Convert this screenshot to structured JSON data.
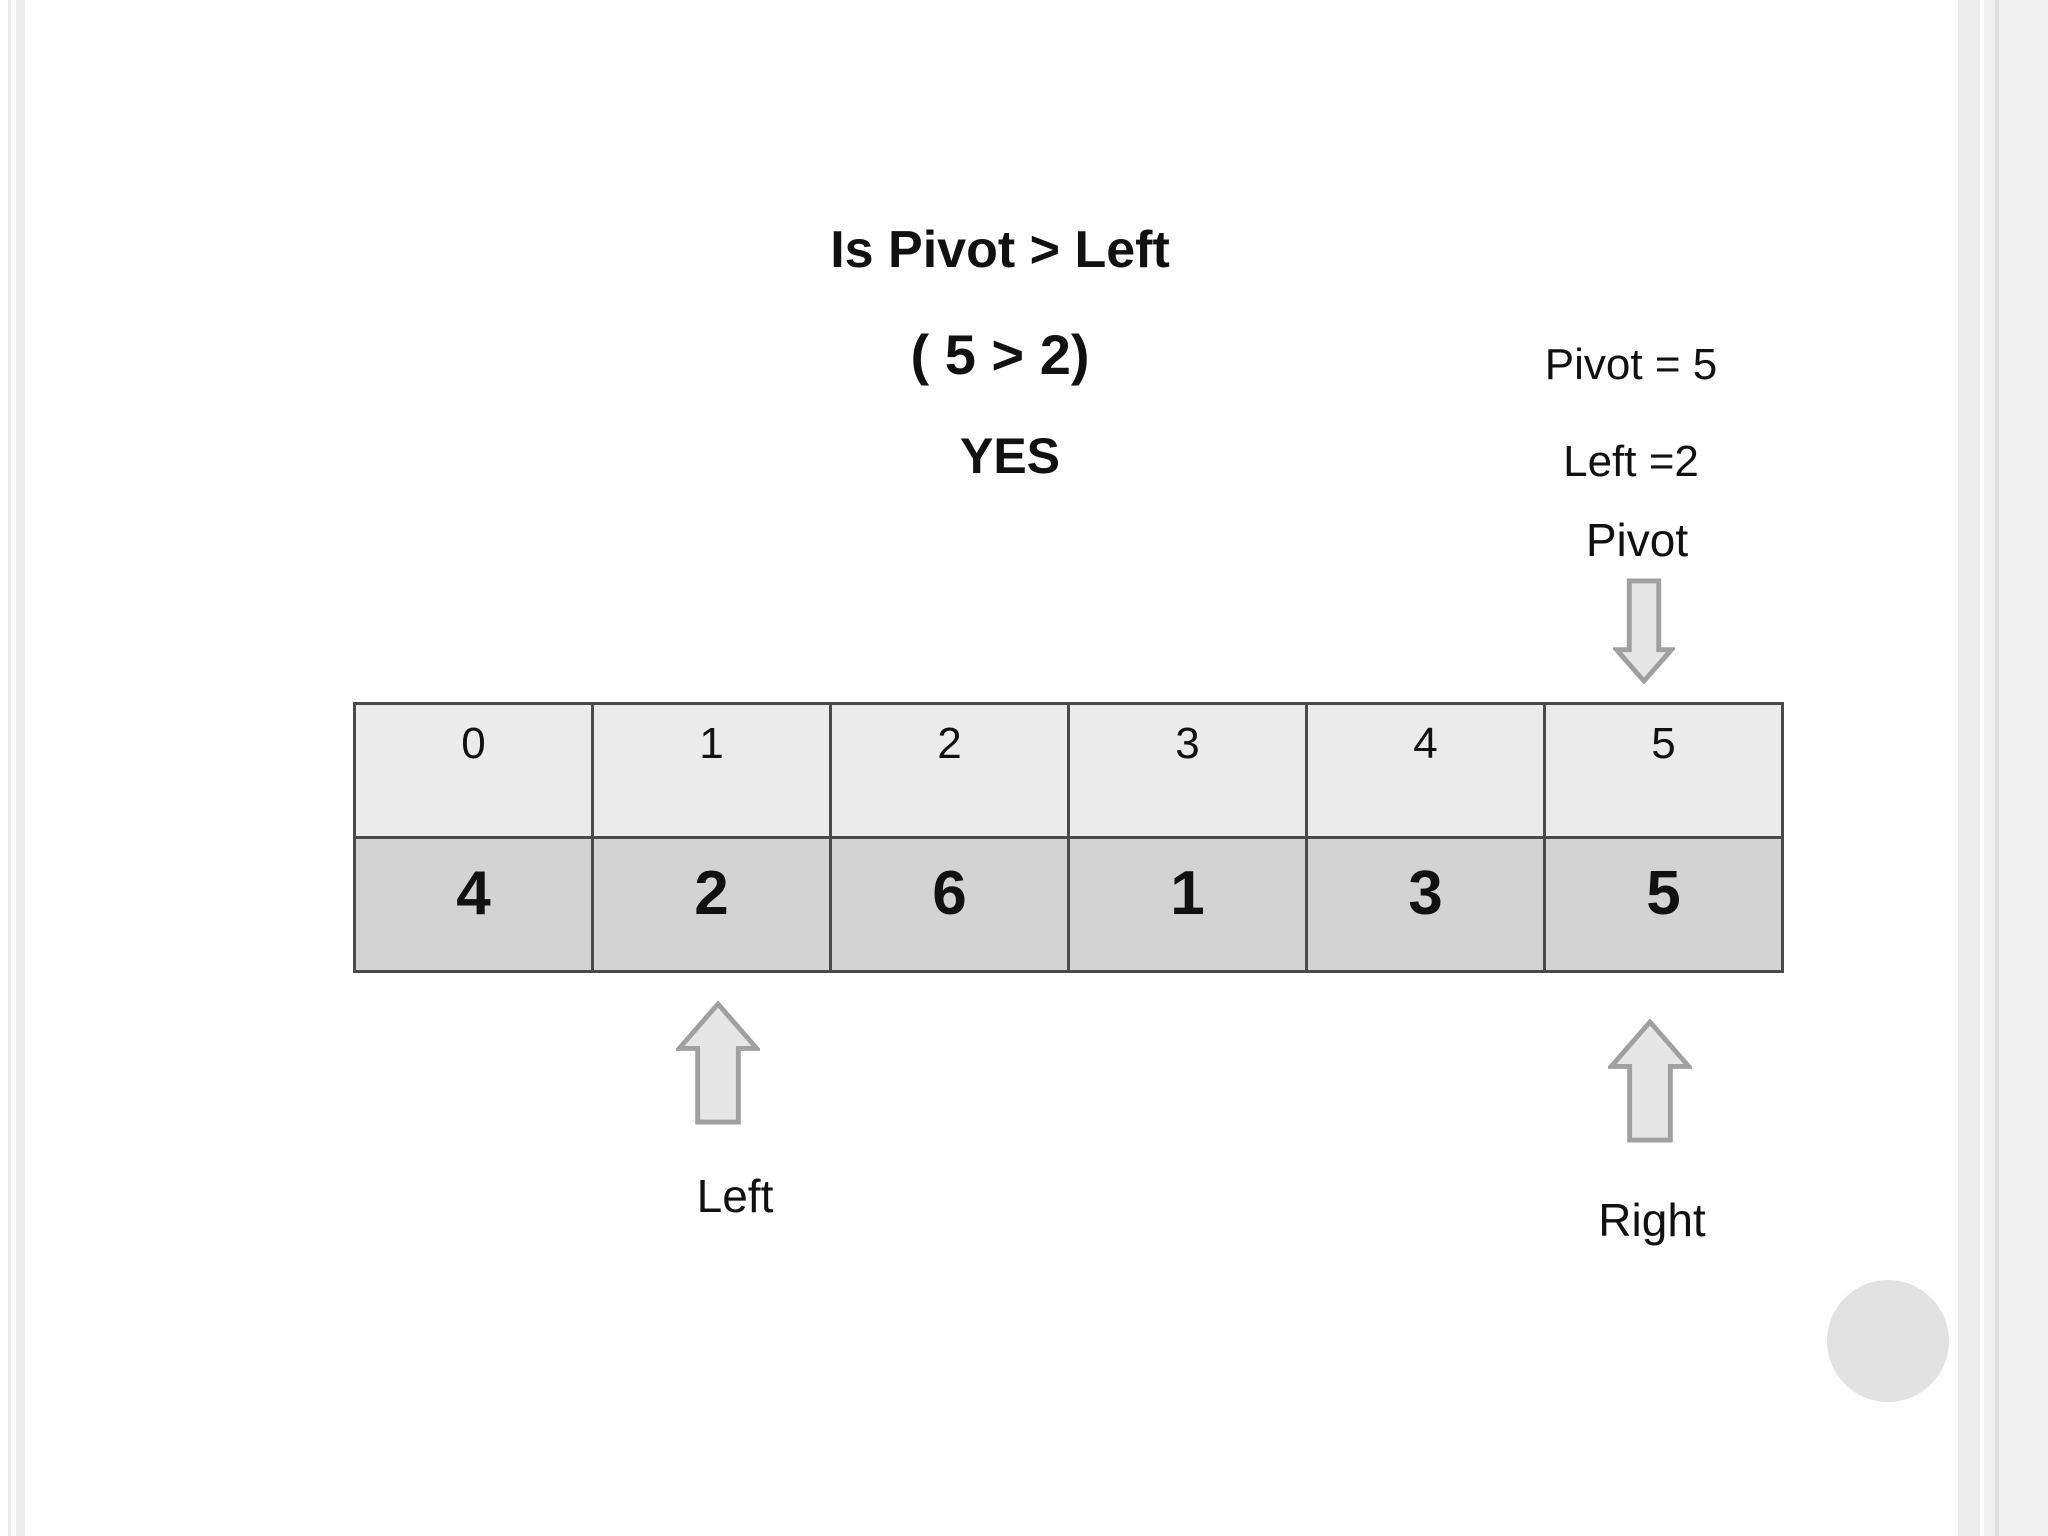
{
  "slide": {
    "question_line1": "Is Pivot > Left",
    "question_line2": "( 5 > 2)",
    "answer": "YES",
    "info_line1": "Pivot = 5",
    "info_line2": "Left =2",
    "pivot_pointer_label": "Pivot",
    "left_pointer_label": "Left",
    "right_pointer_label": "Right"
  },
  "array_table": {
    "indices": [
      "0",
      "1",
      "2",
      "3",
      "4",
      "5"
    ],
    "values": [
      "4",
      "2",
      "6",
      "1",
      "3",
      "5"
    ]
  },
  "icons": {
    "pivot_arrow": "down-arrow-icon",
    "left_arrow": "up-arrow-icon",
    "right_arrow": "up-arrow-icon"
  },
  "colors": {
    "index_row_bg": "#ebebeb",
    "value_row_bg": "#d3d3d3",
    "table_border": "#4a4a4a",
    "arrow_fill": "#e6e6e6",
    "arrow_stroke": "#a0a0a0",
    "circle_fill": "#e2e2e2",
    "text": "#111111"
  }
}
